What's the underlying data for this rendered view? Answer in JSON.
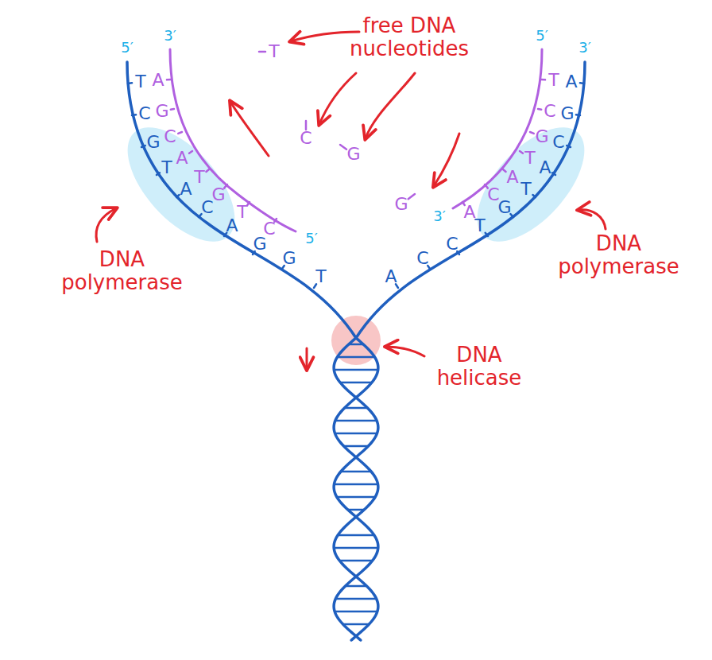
{
  "diagram": {
    "labels": [
      "5′",
      "3′",
      "free DNA nucleotides",
      "5′",
      "3′",
      "T",
      "C",
      "G",
      "G",
      "T",
      "C",
      "G",
      "T",
      "A",
      "C",
      "A",
      "G",
      "G",
      "T",
      "A",
      "G",
      "C",
      "A",
      "T",
      "G",
      "T",
      "C",
      "5′",
      "T",
      "C",
      "G",
      "T",
      "A",
      "C",
      "A",
      "A",
      "G",
      "C",
      "A",
      "T",
      "G",
      "T",
      "C",
      "C",
      "A",
      "3′",
      "DNA polymerase",
      "DNA polymerase",
      "DNA helicase"
    ]
  }
}
